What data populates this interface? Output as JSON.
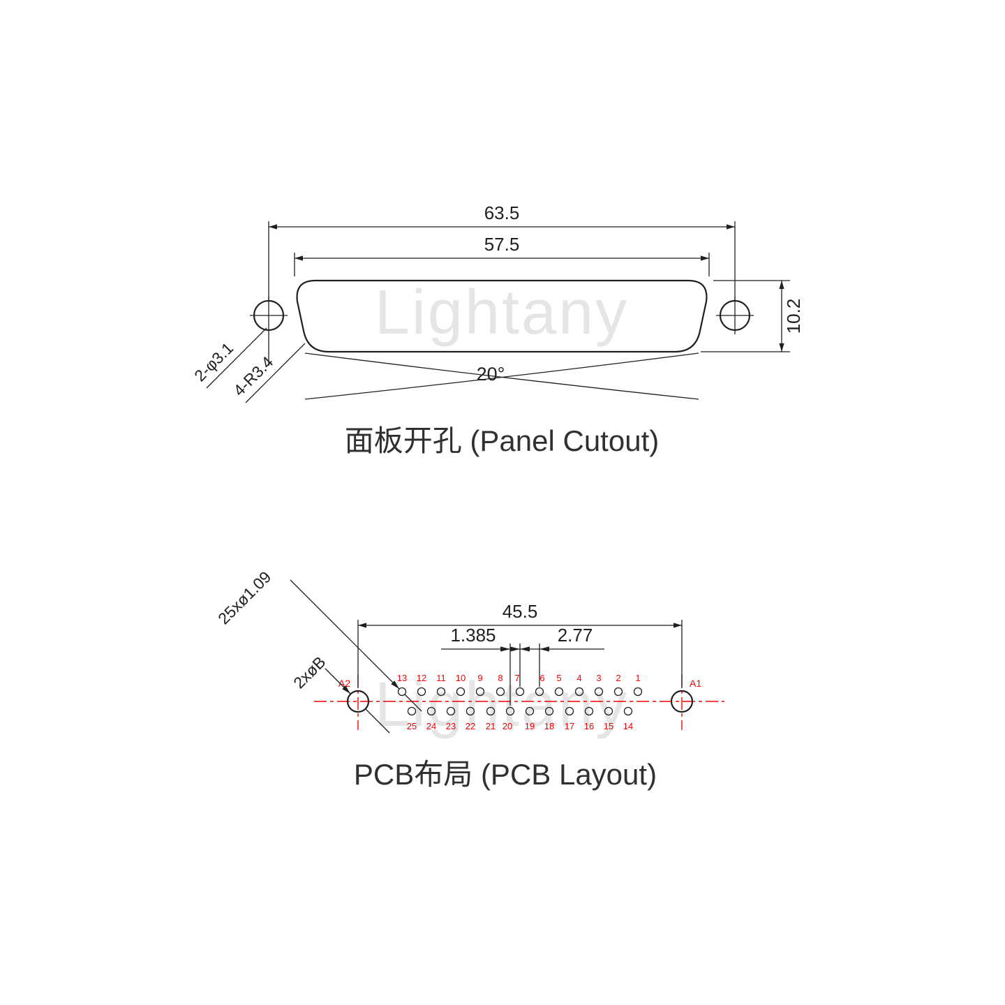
{
  "watermark": "Lightany",
  "colors": {
    "line": "#1f1f1f",
    "red": "#f20000",
    "watermark": "#e5e5e5"
  },
  "panel_cutout": {
    "title": "面板开孔 (Panel Cutout)",
    "dims": {
      "overall_width": "63.5",
      "cutout_width": "57.5",
      "height": "10.2",
      "mount_holes": "2-φ3.1",
      "corner_radius": "4-R3.4",
      "angle": "20°"
    }
  },
  "pcb_layout": {
    "title": "PCB布局 (PCB Layout)",
    "dims": {
      "mount_span": "45.5",
      "pitch": "2.77",
      "half_pitch": "1.385",
      "pin_note": "25xø1.09",
      "mount_note": "2xøB"
    },
    "labels": {
      "a1": "A1",
      "a2": "A2"
    },
    "pins_top": [
      "13",
      "12",
      "11",
      "10",
      "9",
      "8",
      "7",
      "6",
      "5",
      "4",
      "3",
      "2",
      "1"
    ],
    "pins_bottom": [
      "25",
      "24",
      "23",
      "22",
      "21",
      "20",
      "19",
      "18",
      "17",
      "16",
      "15",
      "14"
    ]
  }
}
